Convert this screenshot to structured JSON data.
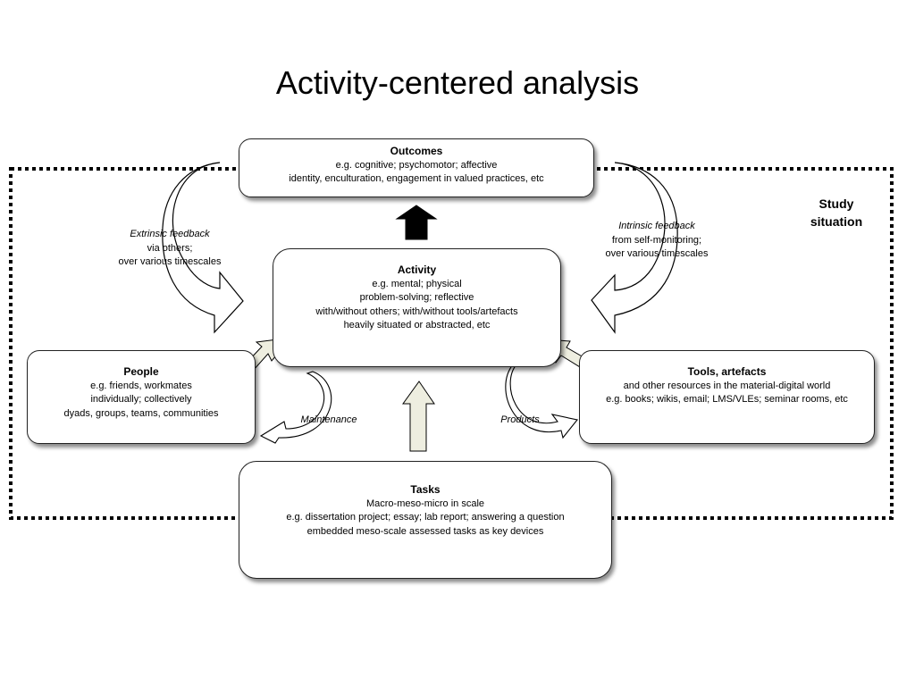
{
  "title": "Activity-centered analysis",
  "study_situation": {
    "line1": "Study",
    "line2": "situation"
  },
  "outcomes": {
    "title": "Outcomes",
    "lines": [
      "e.g. cognitive; psychomotor; affective",
      "identity, enculturation, engagement in valued practices, etc"
    ]
  },
  "activity": {
    "title": "Activity",
    "lines": [
      "e.g. mental; physical",
      "problem-solving; reflective",
      "with/without others; with/without tools/artefacts",
      "heavily situated or abstracted, etc"
    ]
  },
  "people": {
    "title": "People",
    "lines": [
      "e.g. friends, workmates",
      "individually; collectively",
      "dyads, groups, teams, communities"
    ]
  },
  "tools": {
    "title": "Tools, artefacts",
    "lines": [
      "and other resources in the material-digital world",
      "e.g. books; wikis, email; LMS/VLEs; seminar rooms, etc"
    ]
  },
  "tasks": {
    "title": "Tasks",
    "lines": [
      "Macro-meso-micro in scale",
      "e.g. dissertation project; essay; lab report; answering a question",
      "embedded meso-scale assessed tasks as key devices"
    ]
  },
  "extrinsic_feedback": {
    "title": "Extrinsic feedback",
    "lines": [
      "via others;",
      "over various timescales"
    ]
  },
  "intrinsic_feedback": {
    "title": "Intrinsic feedback",
    "lines": [
      "from self-monitoring;",
      "over various timescales"
    ]
  },
  "maintenance_label": "Maintenance",
  "products_label": "Products",
  "colors": {
    "arrow_fill": "#eeeee0",
    "border": "#222222",
    "outcome_arrow": "#000000"
  }
}
